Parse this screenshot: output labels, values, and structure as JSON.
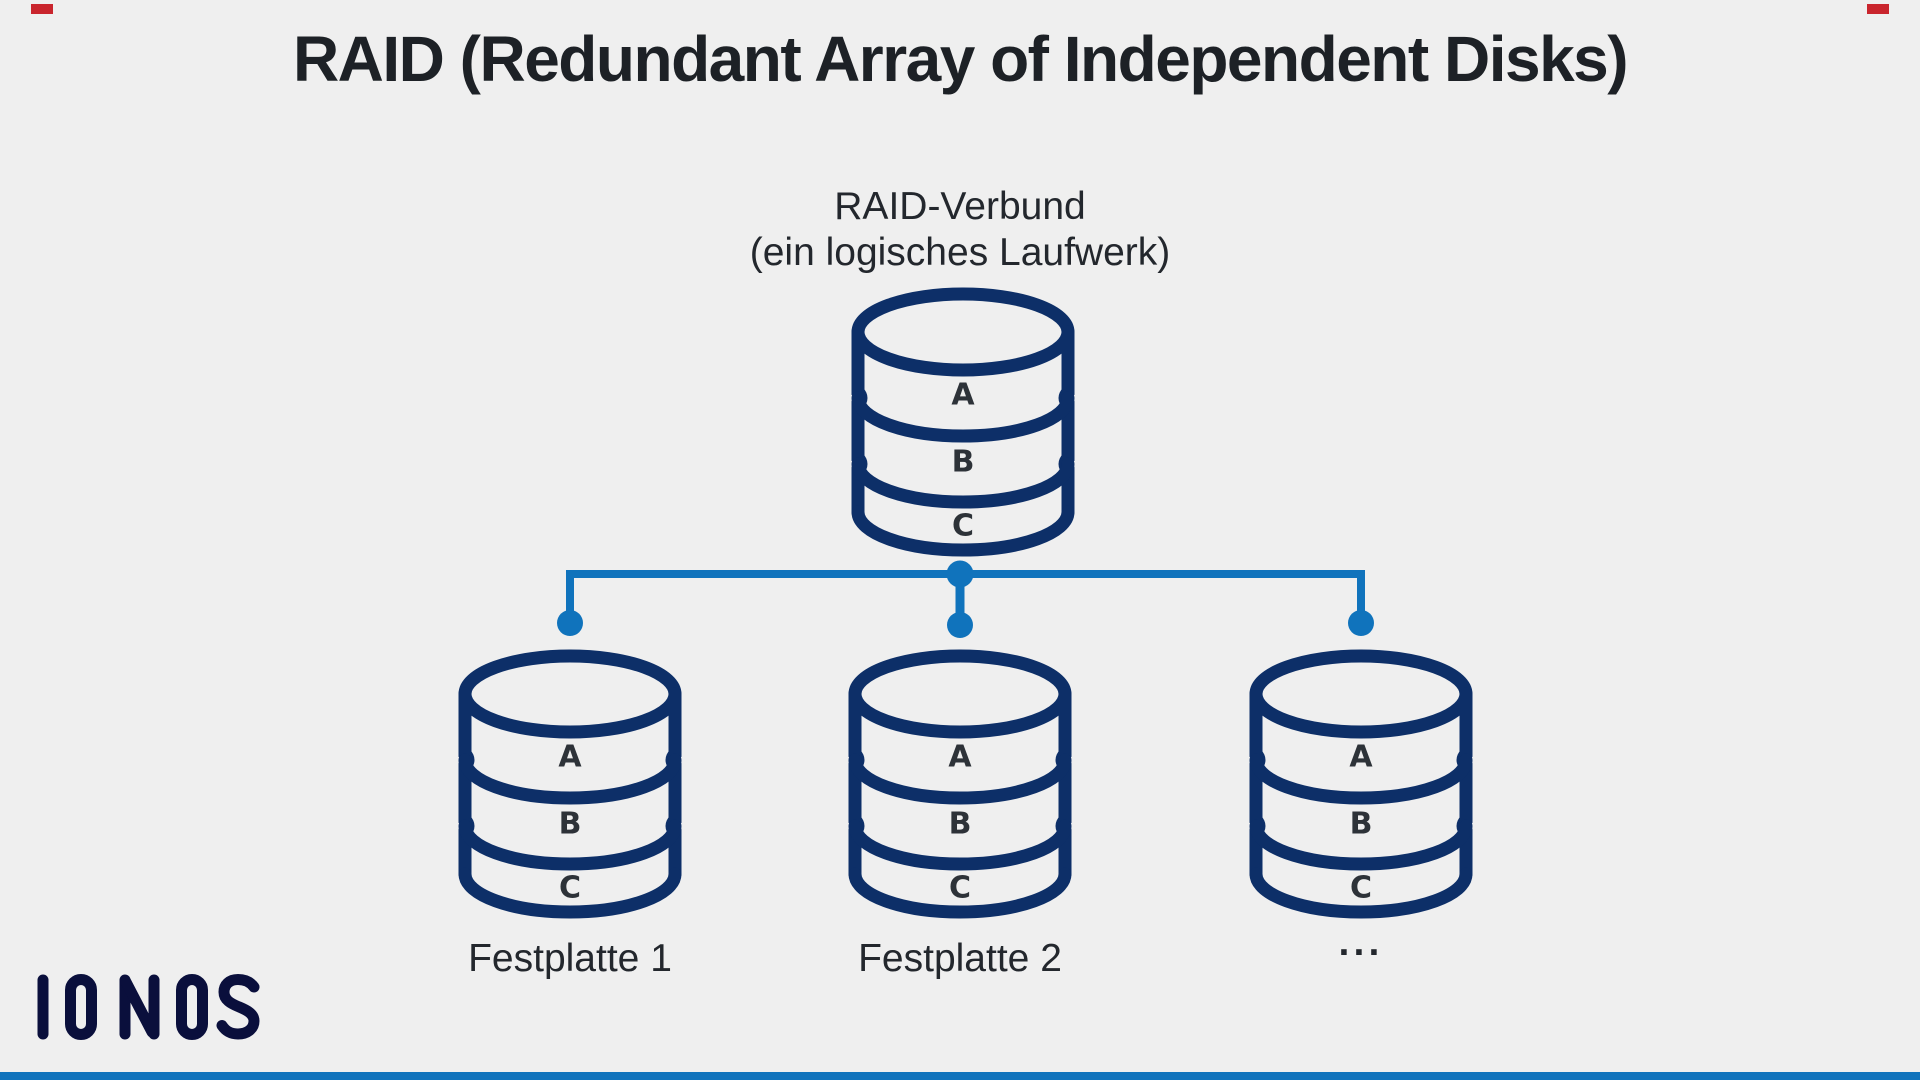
{
  "title": "RAID (Redundant Array of Independent Disks)",
  "raid_node": {
    "label_line1": "RAID-Verbund",
    "label_line2": "(ein logisches Laufwerk)"
  },
  "disk_letters": [
    "A",
    "B",
    "C"
  ],
  "disks": [
    {
      "label": "Festplatte 1"
    },
    {
      "label": "Festplatte 2"
    },
    {
      "label": "···"
    }
  ],
  "logo": {
    "text": "IONOS"
  },
  "colors": {
    "background": "#efefef",
    "title_text": "#1d2126",
    "body_text": "#23272d",
    "disk_stroke": "#0d2f68",
    "connector": "#1073bc",
    "letter_text": "#2d3238",
    "logo_navy": "#0a0f3c",
    "corner_accent": "#c9252d",
    "footer_bar": "#1073bc"
  }
}
